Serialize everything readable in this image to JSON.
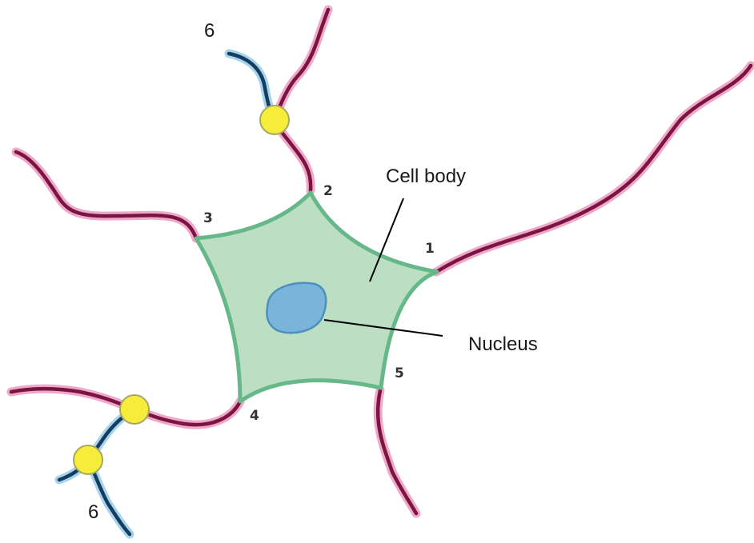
{
  "labels": {
    "n1": "1",
    "n2": "2",
    "n3": "3",
    "n4": "4",
    "n5": "5",
    "n6_top": "6",
    "n6_bottom": "6",
    "cell_body": "Cell body",
    "nucleus": "Nucleus"
  },
  "colors": {
    "cell_fill": "#bcdfc4",
    "cell_outline": "#66b889",
    "nucleus_fill": "#79b4da",
    "nucleus_outline": "#4d8fbd",
    "dendrite_core": "#7a1442",
    "dendrite_glow": "#f0a8c8",
    "incoming_axon_core": "#163c5e",
    "incoming_axon_glow": "#a6d4ec",
    "synapse": "#f6ec3a"
  }
}
